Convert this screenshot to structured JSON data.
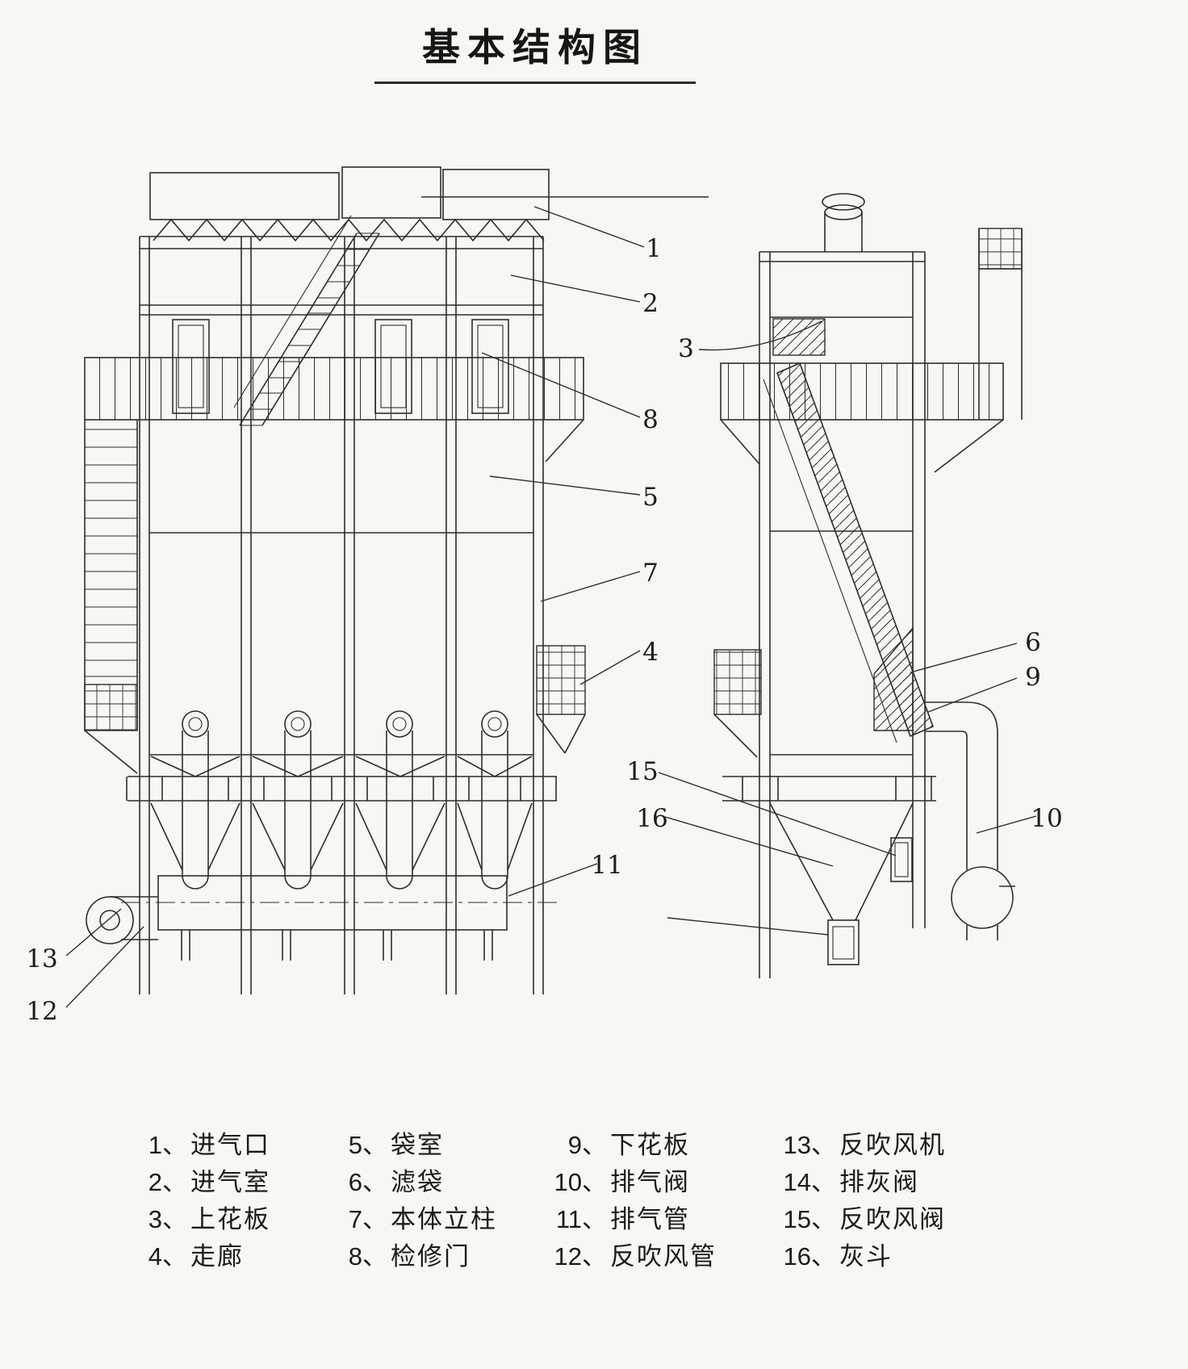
{
  "title": "基本结构图",
  "callouts": {
    "n1": "1",
    "n2": "2",
    "n3": "3",
    "n4": "4",
    "n5": "5",
    "n6": "6",
    "n7": "7",
    "n8": "8",
    "n9": "9",
    "n10": "10",
    "n11": "11",
    "n12": "12",
    "n13": "13",
    "n15": "15",
    "n16": "16"
  },
  "legend": {
    "columns": [
      {
        "items": [
          {
            "num": "1、",
            "label": "进气口"
          },
          {
            "num": "2、",
            "label": "进气室"
          },
          {
            "num": "3、",
            "label": "上花板"
          },
          {
            "num": "4、",
            "label": "走廊"
          }
        ]
      },
      {
        "items": [
          {
            "num": "5、",
            "label": "袋室"
          },
          {
            "num": "6、",
            "label": "滤袋"
          },
          {
            "num": "7、",
            "label": "本体立柱"
          },
          {
            "num": "8、",
            "label": "检修门"
          }
        ]
      },
      {
        "items": [
          {
            "num": "9、",
            "label": "下花板"
          },
          {
            "num": "10、",
            "label": "排气阀"
          },
          {
            "num": "11、",
            "label": "排气管"
          },
          {
            "num": "12、",
            "label": "反吹风管"
          }
        ]
      },
      {
        "items": [
          {
            "num": "13、",
            "label": "反吹风机"
          },
          {
            "num": "14、",
            "label": "排灰阀"
          },
          {
            "num": "15、",
            "label": "反吹风阀"
          },
          {
            "num": "16、",
            "label": "灰斗"
          }
        ]
      }
    ]
  }
}
